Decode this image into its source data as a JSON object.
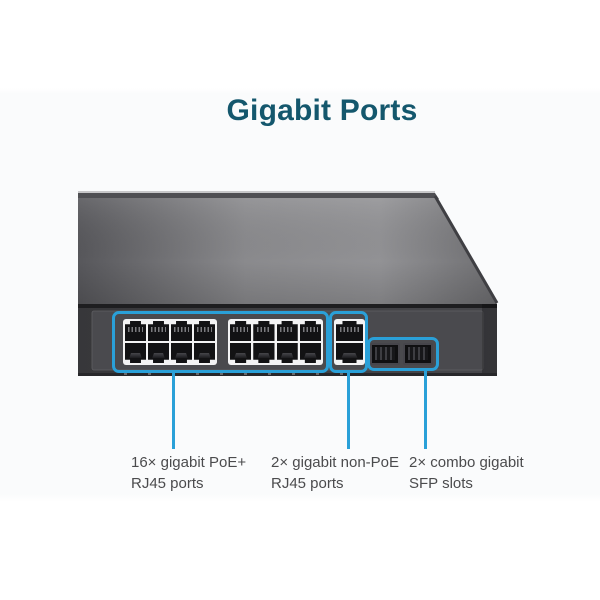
{
  "title": "Gigabit Ports",
  "colors": {
    "accent_blue": "#2AA0D8",
    "title_teal": "#14576D",
    "label_gray": "#4B4B4D"
  },
  "device": {
    "kind": "rackmount network switch, front-right perspective view",
    "ports": {
      "poe_rj45": 16,
      "non_poe_rj45": 2,
      "sfp_combo": 2
    }
  },
  "callouts": [
    {
      "target": "poe-rj45-ports",
      "label": [
        "16× gigabit PoE+",
        "RJ45 ports"
      ]
    },
    {
      "target": "non-poe-rj45-ports",
      "label": [
        "2× gigabit non-PoE",
        "RJ45 ports"
      ]
    },
    {
      "target": "sfp-slots",
      "label": [
        "2× combo gigabit",
        "SFP slots"
      ]
    }
  ]
}
